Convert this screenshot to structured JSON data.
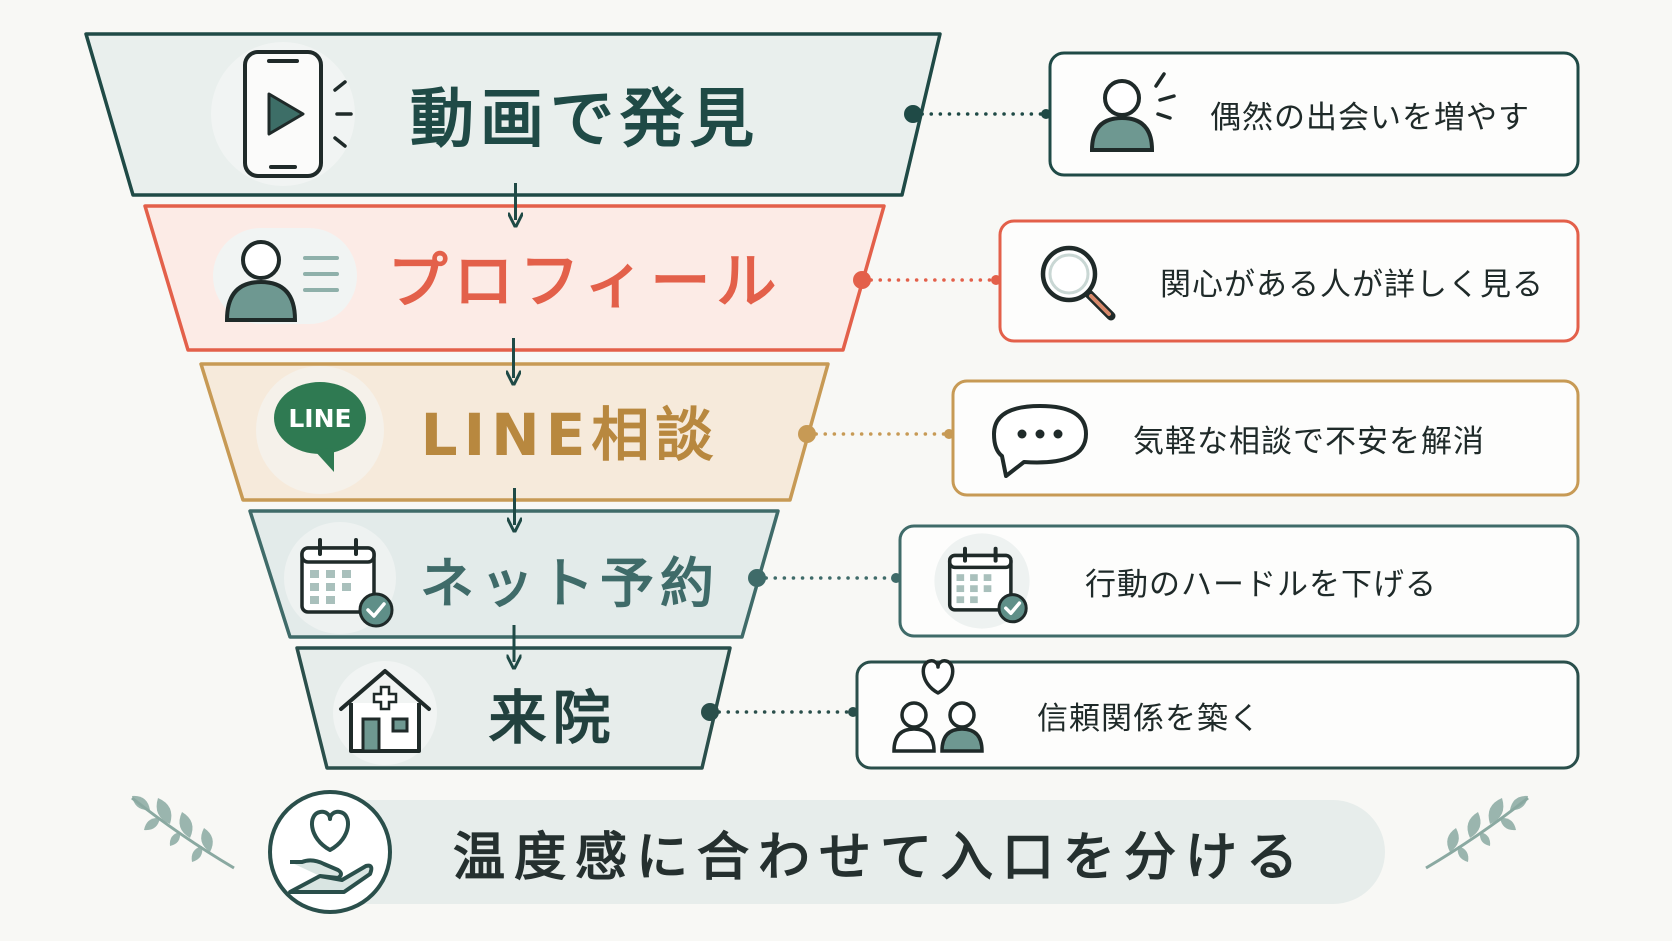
{
  "stages": [
    {
      "label": "動画で発見",
      "note": "偶然の出会いを増やす",
      "color": "#1f4a46",
      "fill": "#e9efed",
      "text_color": "#1f4a46",
      "stage_icon": "smartphone-video-icon",
      "note_icon": "person-icon"
    },
    {
      "label": "プロフィール",
      "note": "関心がある人が詳しく見る",
      "color": "#e3604a",
      "fill": "#fcebe6",
      "text_color": "#e3604a",
      "stage_icon": "profile-card-icon",
      "note_icon": "magnifier-icon"
    },
    {
      "label": "LINE相談",
      "note": "気軽な相談で不安を解消",
      "color": "#c79a55",
      "fill": "#f6eadb",
      "text_color": "#b8883f",
      "stage_icon": "line-chat-icon",
      "note_icon": "speech-bubble-icon"
    },
    {
      "label": "ネット予約",
      "note": "行動のハードルを下げる",
      "color": "#3f6b69",
      "fill": "#e3ebea",
      "text_color": "#3f6b69",
      "stage_icon": "calendar-check-icon",
      "note_icon": "calendar-check-icon"
    },
    {
      "label": "来院",
      "note": "信頼関係を築く",
      "color": "#2a4f4b",
      "fill": "#e7edeb",
      "text_color": "#22413e",
      "stage_icon": "clinic-house-icon",
      "note_icon": "people-heart-icon"
    }
  ],
  "line_badge_text": "LINE",
  "footer": {
    "text": "温度感に合わせて入口を分ける",
    "icon": "hand-heart-icon"
  },
  "colors": {
    "background": "#f8f8f5",
    "icon_teal": "#6e9891",
    "icon_dark": "#1f2a29",
    "line_green": "#2f7a52",
    "leaf": "#8aa9a1",
    "footer_fill": "#e7edeb"
  }
}
